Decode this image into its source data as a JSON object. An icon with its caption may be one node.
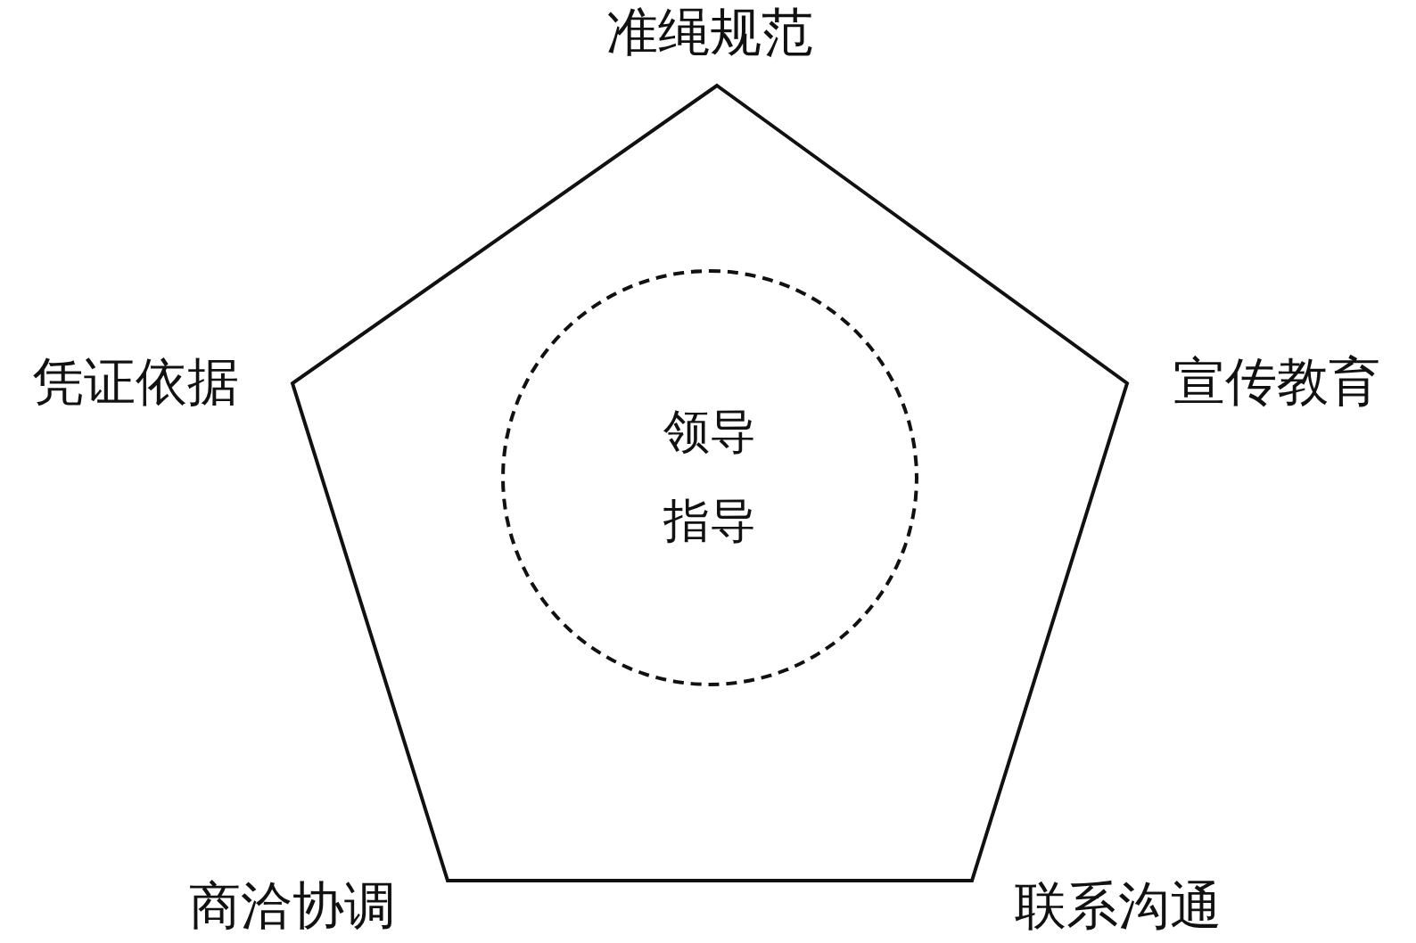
{
  "diagram": {
    "nodes": [
      {
        "text": [],
        "shape": "pentagon"
      },
      {
        "text": [
          "领导",
          "指导"
        ],
        "in": 0
      }
    ],
    "edges": [],
    "labels": [
      "准绳规范",
      "凭证依据",
      "宣传教育",
      "商洽协调",
      "联系沟通"
    ]
  }
}
